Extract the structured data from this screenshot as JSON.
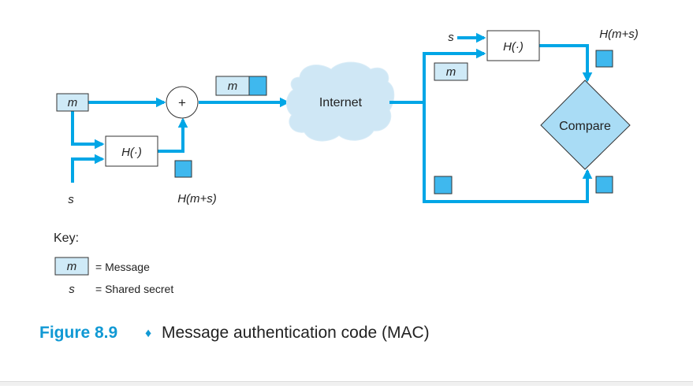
{
  "diagram": {
    "sender": {
      "message_label": "m",
      "secret_label": "s",
      "hash_label": "H(·)",
      "plus_symbol": "+",
      "mac_label": "H(m+s)"
    },
    "transit": {
      "message_label": "m",
      "network_label": "Internet"
    },
    "receiver": {
      "secret_label": "s",
      "hash_label": "H(·)",
      "message_label": "m",
      "mac_label": "H(m+s)",
      "compare_label": "Compare"
    },
    "key": {
      "title": "Key:",
      "message_symbol": "m",
      "message_desc": "= Message",
      "secret_symbol": "s",
      "secret_desc": "= Shared secret"
    },
    "caption": {
      "figure_number": "Figure 8.9",
      "bullet": "♦",
      "text": "Message authentication code (MAC)"
    }
  },
  "colors": {
    "arrow": "#00a6e6",
    "light_box": "#cfeaf7",
    "mac_square": "#3fb8ee",
    "cloud": "#cfe7f5",
    "caption_blue": "#1199d4",
    "diamond": "#a9dcf5"
  }
}
